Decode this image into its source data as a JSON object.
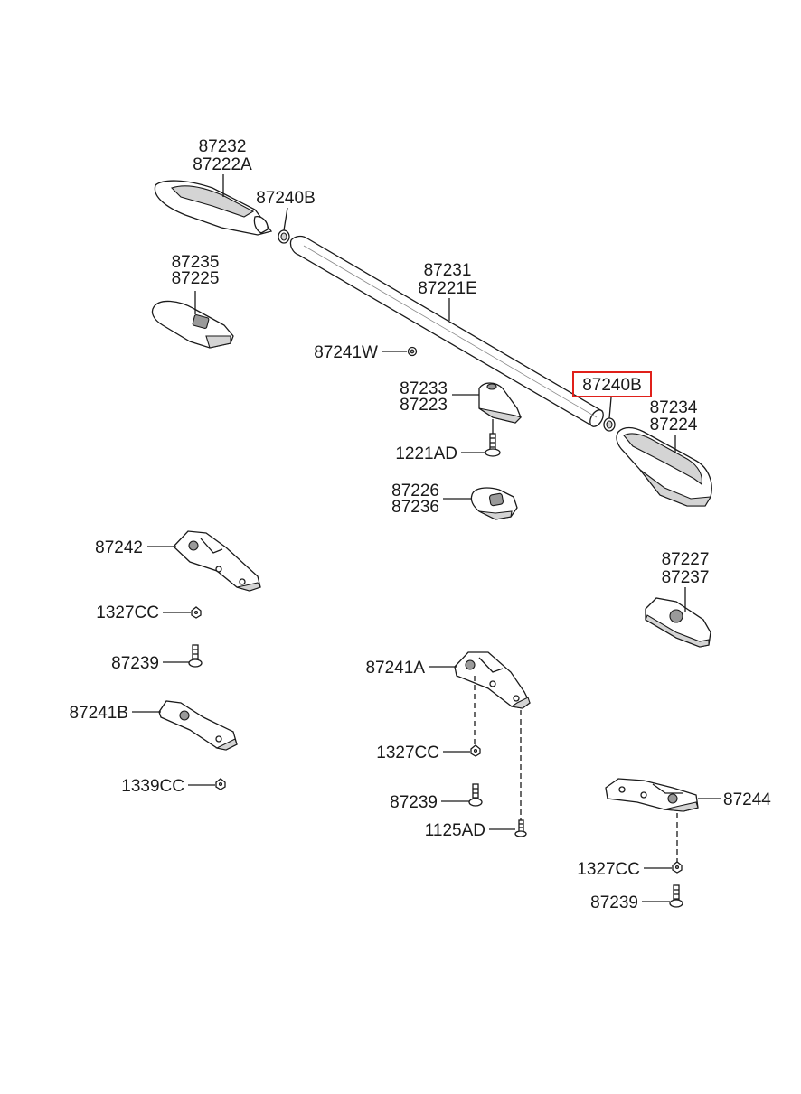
{
  "labels": {
    "end_cap_front_1": "87232",
    "end_cap_front_2": "87222A",
    "clip_front": "87240B",
    "pad_front_1": "87235",
    "pad_front_2": "87225",
    "rail_1": "87231",
    "rail_2": "87221E",
    "nut_w": "87241W",
    "clip_rear": "87240B",
    "bracket_mid_1": "87233",
    "bracket_mid_2": "87223",
    "end_cap_rear_1": "87234",
    "end_cap_rear_2": "87224",
    "bolt_1221": "1221AD",
    "pad_mid_1": "87226",
    "pad_mid_2": "87236",
    "plate_87242": "87242",
    "pad_rear_1": "87227",
    "pad_rear_2": "87237",
    "nut_1327_left": "1327CC",
    "bolt_87239_left": "87239",
    "plate_87241A": "87241A",
    "plate_87241B": "87241B",
    "nut_1327_mid": "1327CC",
    "nut_1339": "1339CC",
    "bolt_87239_mid": "87239",
    "plate_87244": "87244",
    "bolt_1125": "1125AD",
    "nut_1327_right": "1327CC",
    "bolt_87239_right": "87239"
  },
  "highlight_color": "#e0201a"
}
